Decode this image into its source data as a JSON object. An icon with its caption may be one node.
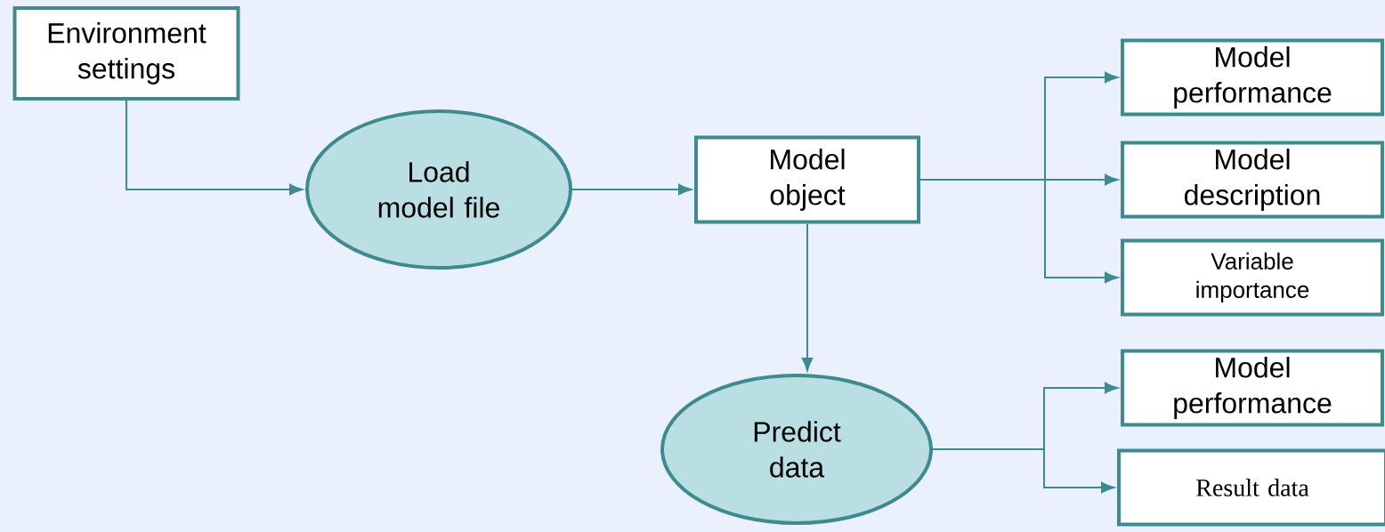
{
  "diagram": {
    "nodes": [
      {
        "text": [
          "Environment settings"
        ]
      },
      {
        "text": [
          "Load model file"
        ]
      },
      {
        "text": [
          "Model object"
        ]
      },
      {
        "text": [
          "Model performance"
        ]
      },
      {
        "text": [
          "Model description"
        ]
      },
      {
        "text": [
          "Variable importance"
        ]
      },
      {
        "text": [
          "Predict data"
        ]
      },
      {
        "text": [
          "Model performance"
        ]
      },
      {
        "text": [
          "Result data"
        ]
      }
    ],
    "edges": [
      {
        "from": 0,
        "to": 1,
        "arrow": "to"
      },
      {
        "from": 1,
        "to": 2,
        "arrow": "to"
      },
      {
        "from": 2,
        "to": 3,
        "arrow": "to"
      },
      {
        "from": 2,
        "to": 4,
        "arrow": "to"
      },
      {
        "from": 2,
        "to": 5,
        "arrow": "to"
      },
      {
        "from": 2,
        "to": 6,
        "arrow": "to"
      },
      {
        "from": 6,
        "to": 7,
        "arrow": "to"
      },
      {
        "from": 6,
        "to": 8,
        "arrow": "to"
      }
    ]
  }
}
